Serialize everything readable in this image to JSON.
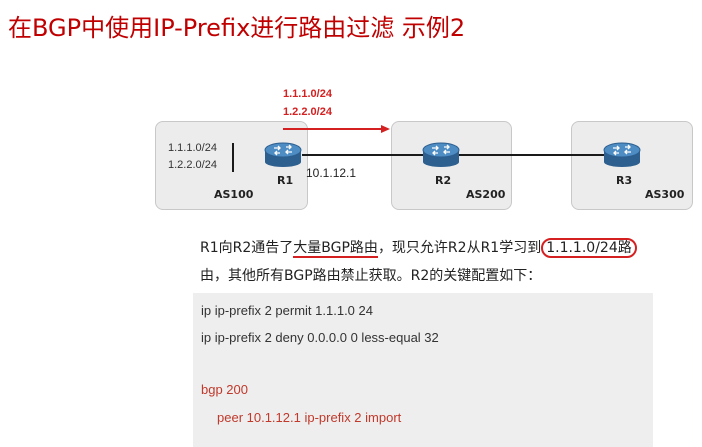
{
  "title": "在BGP中使用IP-Prefix进行路由过滤 示例2",
  "diagram": {
    "advertised": [
      "1.1.1.0/24",
      "1.2.2.0/24"
    ],
    "r1_prefixes": [
      "1.1.1.0/24",
      "1.2.2.0/24"
    ],
    "routers": [
      {
        "name": "R1",
        "as": "AS100"
      },
      {
        "name": "R2",
        "as": "AS200"
      },
      {
        "name": "R3",
        "as": "AS300"
      }
    ],
    "link_ip": "10.1.12.1"
  },
  "description": {
    "line1_part1": "R1向R2通告了",
    "line1_emph": "大量BGP路由",
    "line1_part2": "，现只允许R2从R1学习到",
    "line1_circled": "1.1.1.0/24路",
    "line2": "由，其他所有BGP路由禁止获取。R2的关键配置如下："
  },
  "config": {
    "lines": [
      "ip ip-prefix 2 permit 1.1.1.0 24",
      "ip ip-prefix 2 deny 0.0.0.0 0 less-equal 32",
      "bgp 200",
      "peer 10.1.12.1 ip-prefix 2 import"
    ]
  },
  "colors": {
    "title": "#c00000",
    "accent_red": "#d42020",
    "router_blue": "#2d6aa0",
    "code_bg": "#eeeeee",
    "as_box": "#ececec"
  }
}
